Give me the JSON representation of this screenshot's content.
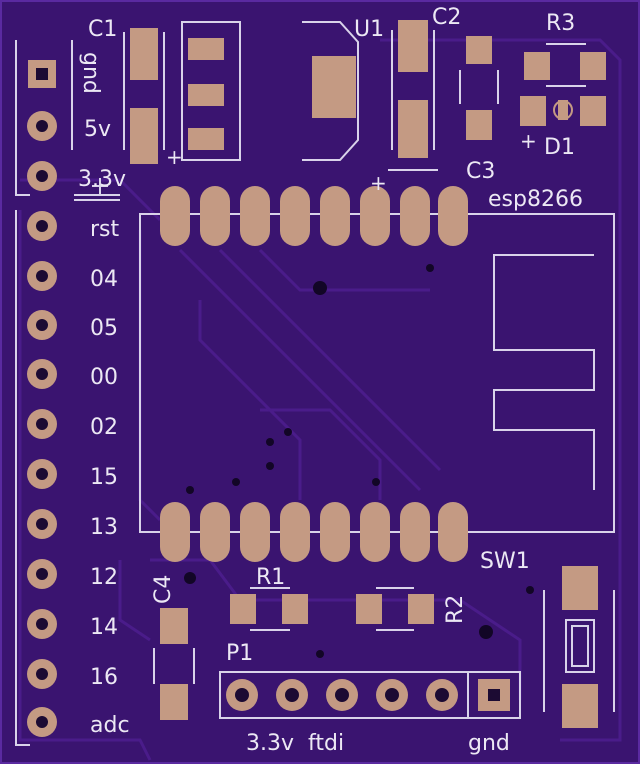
{
  "labels": {
    "c1": "C1",
    "u1": "U1",
    "c2": "C2",
    "r3": "R3",
    "d1": "D1",
    "d1_plus": "+",
    "c3": "C3",
    "esp": "esp8266",
    "gnd_rot": "gnd",
    "v5": "5v",
    "v33": "3.3v",
    "pins": [
      "rst",
      "04",
      "05",
      "00",
      "02",
      "15",
      "13",
      "12",
      "14",
      "16",
      "adc"
    ],
    "c4": "C4",
    "r1": "R1",
    "r2": "R2",
    "sw1": "SW1",
    "p1": "P1",
    "ftdi": "3.3v  ftdi",
    "gnd_bottom": "gnd",
    "plus_c1": "+",
    "plus_c3": "+"
  },
  "colors": {
    "board": "#3a1470",
    "pad": "#c49a83",
    "silk": "#d9d3ea"
  }
}
